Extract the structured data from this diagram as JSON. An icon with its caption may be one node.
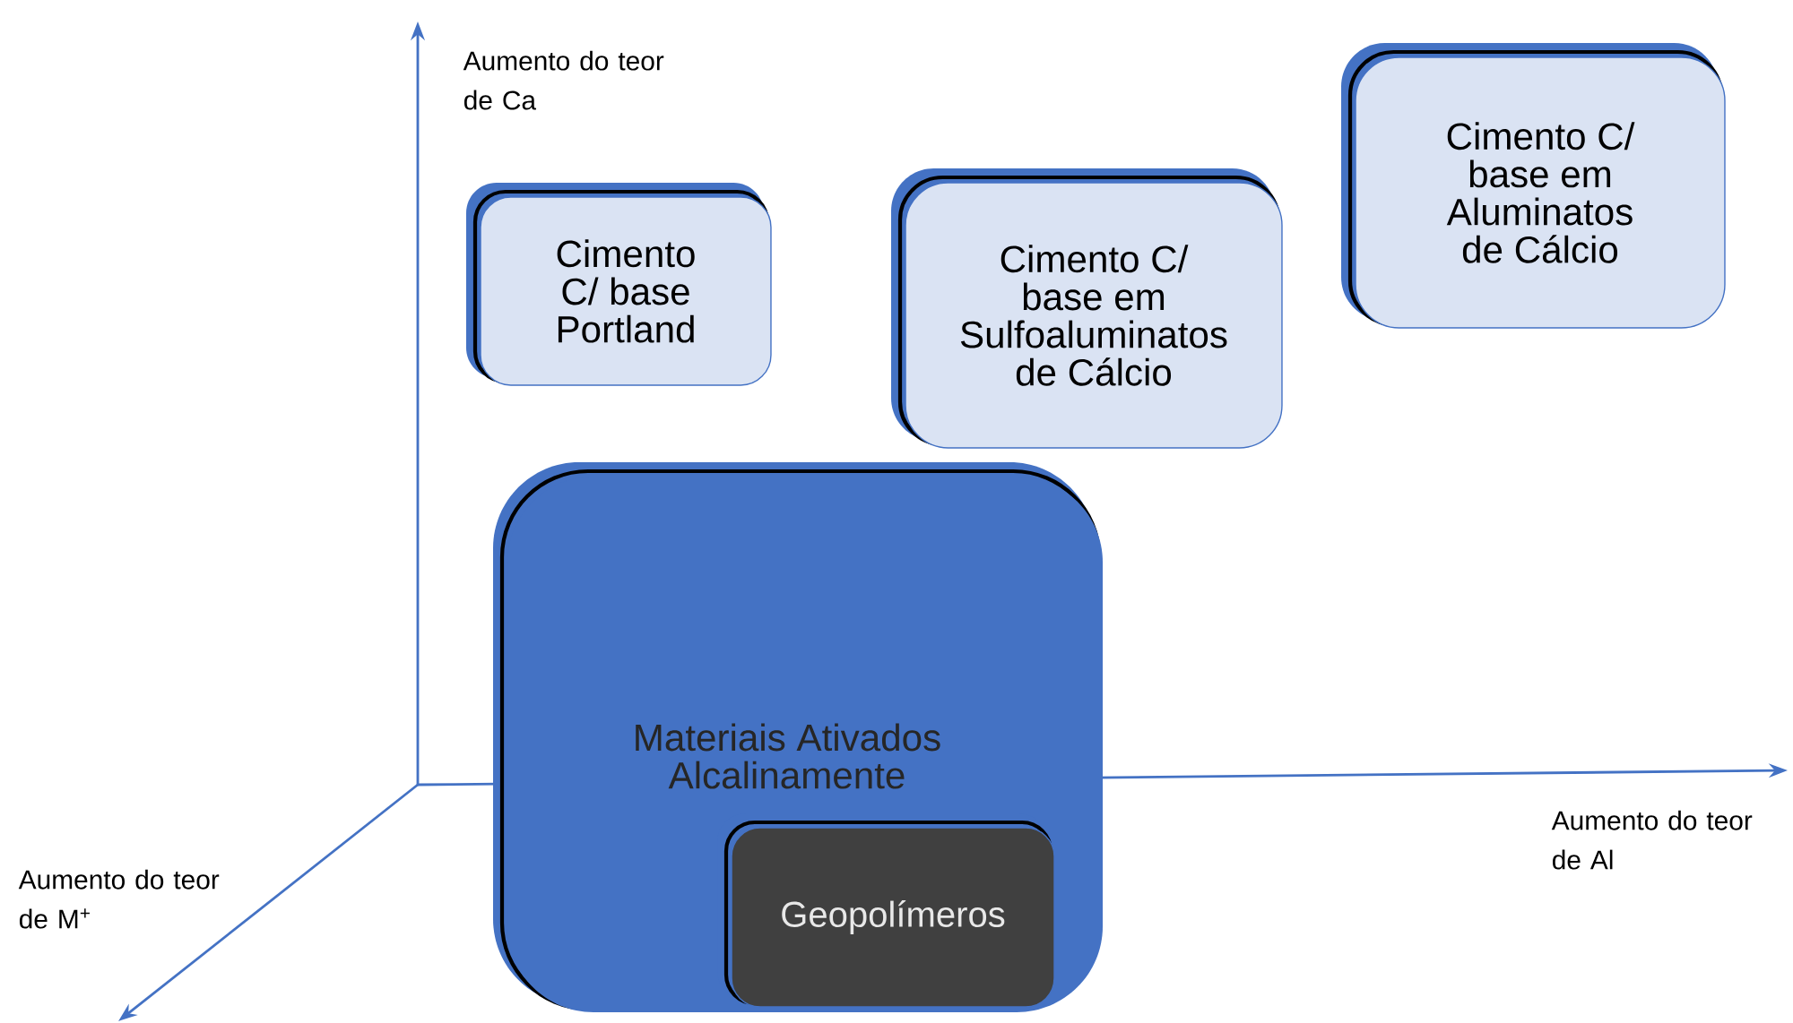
{
  "diagram": {
    "nodes": [
      {
        "text": [
          "Cimento C/ base Portland"
        ]
      },
      {
        "text": [
          "Cimento C/ base em Sulfoaluminatos de Cálcio"
        ]
      },
      {
        "text": [
          "Cimento C/ base em Aluminatos de Cálcio"
        ]
      },
      {
        "text": [
          "Materiais Ativados Alcalinamente"
        ]
      },
      {
        "text": [
          "Geopolímeros"
        ],
        "in": 3
      }
    ],
    "edges": [],
    "labels": [
      "Aumento do teor de Ca",
      "Aumento do teor de Al",
      "Aumento do teor de M$^{+}$"
    ]
  }
}
